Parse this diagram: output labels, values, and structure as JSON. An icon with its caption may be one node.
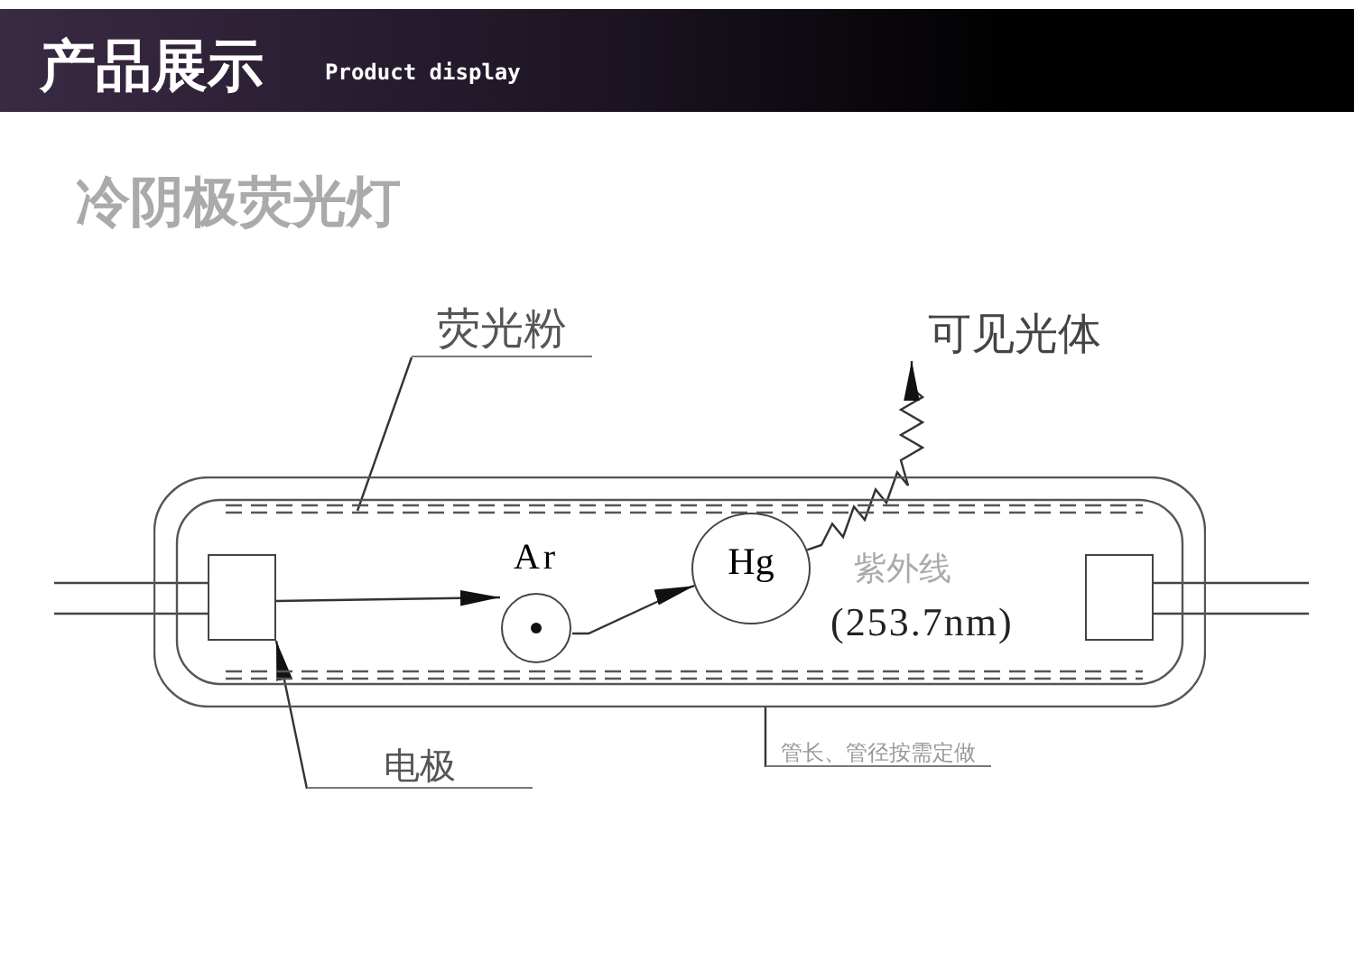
{
  "diagram": {
    "title": "冷阴极荧光灯",
    "nodes": [
      {
        "text": [
          "荧光粉"
        ]
      },
      {
        "text": [],
        "shape": "box"
      },
      {
        "text": [],
        "shape": "box",
        "in": 1
      },
      {
        "text": [
          "Ar"
        ],
        "in": 1
      },
      {
        "text": [
          "Hg"
        ],
        "in": 1
      },
      {
        "text": [],
        "shape": "box",
        "in": 1
      },
      {
        "text": [
          "可见光体"
        ]
      },
      {
        "text": [
          "电极"
        ]
      },
      {
        "text": [
          "管长、管径按需定做"
        ]
      }
    ],
    "edges": [
      {
        "from": 0,
        "to": null,
        "arrow": "none"
      },
      {
        "from": 2,
        "to": 3,
        "arrow": "to"
      },
      {
        "from": 3,
        "to": 4,
        "arrow": "to"
      },
      {
        "from": 4,
        "to": 6,
        "arrow": "to"
      },
      {
        "from": 7,
        "to": 2,
        "arrow": "to"
      },
      {
        "from": 8,
        "to": 1,
        "arrow": "none"
      }
    ],
    "labels": [
      "产品展示",
      "Product display",
      "紫外线",
      "(253.7nm)"
    ]
  }
}
